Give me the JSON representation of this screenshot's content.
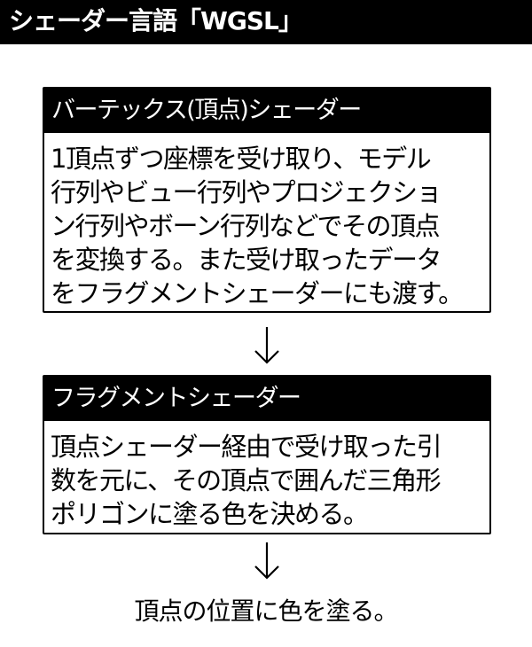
{
  "title": "シェーダー言語「WGSL」",
  "vertex_shader": {
    "heading": "バーテックス(頂点)シェーダー",
    "lines": [
      "1頂点ずつ座標を受け取り、モデル",
      "行列やビュー行列やプロジェクショ",
      "ン行列やボーン行列などでその頂点",
      "を変換する。また受け取ったデータ",
      "をフラグメントシェーダーにも渡す。"
    ]
  },
  "fragment_shader": {
    "heading": "フラグメントシェーダー",
    "lines": [
      "頂点シェーダー経由で受け取った引",
      "数を元に、その頂点で囲んだ三角形",
      "ポリゴンに塗る色を決める。"
    ]
  },
  "arrows": [
    "down-arrow",
    "down-arrow"
  ],
  "result_text": "頂点の位置に色を塗る。"
}
